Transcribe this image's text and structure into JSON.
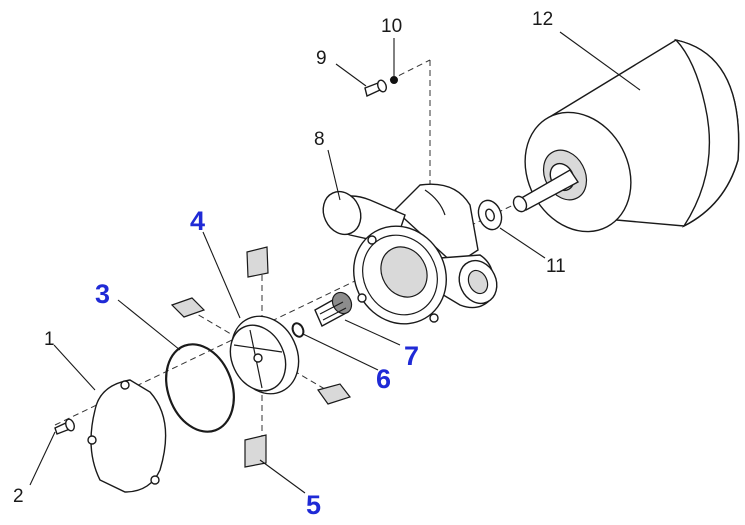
{
  "figure": {
    "background": "#ffffff",
    "highlight_color": "#1f2ad6",
    "line_color": "#1a1a1a"
  },
  "callouts": {
    "c1": "1",
    "c2": "2",
    "c3": "3",
    "c4": "4",
    "c5": "5",
    "c6": "6",
    "c7": "7",
    "c8": "8",
    "c9": "9",
    "c10": "10",
    "c11": "11",
    "c12": "12"
  },
  "highlighted_callouts": [
    "3",
    "4",
    "5",
    "6",
    "7"
  ]
}
